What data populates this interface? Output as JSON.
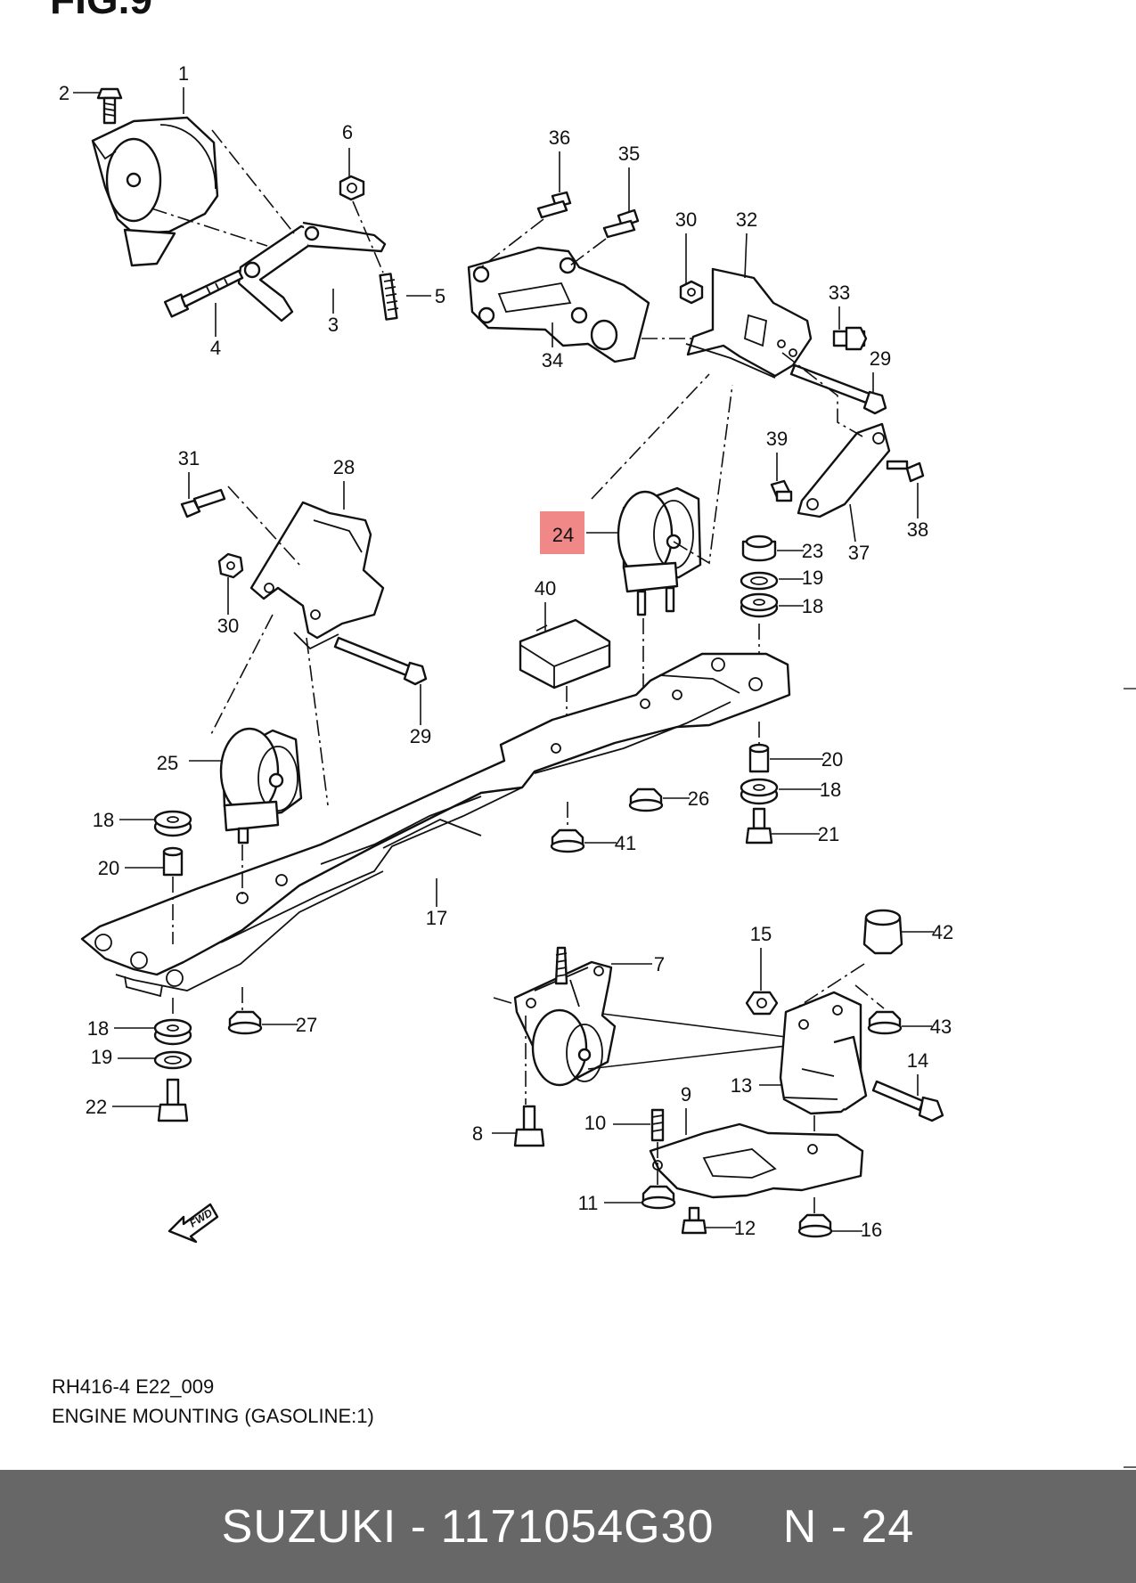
{
  "figure": {
    "heading": "FIG.9",
    "code": "RH416-4 E22_009",
    "title": "ENGINE MOUNTING (GASOLINE:1)",
    "highlight_color": "#f08888"
  },
  "callouts": [
    {
      "id": "c1",
      "label": "1"
    },
    {
      "id": "c2",
      "label": "2"
    },
    {
      "id": "c3",
      "label": "3"
    },
    {
      "id": "c4",
      "label": "4"
    },
    {
      "id": "c5",
      "label": "5"
    },
    {
      "id": "c6",
      "label": "6"
    },
    {
      "id": "c36",
      "label": "36"
    },
    {
      "id": "c35",
      "label": "35"
    },
    {
      "id": "c30a",
      "label": "30"
    },
    {
      "id": "c32",
      "label": "32"
    },
    {
      "id": "c33",
      "label": "33"
    },
    {
      "id": "c29a",
      "label": "29"
    },
    {
      "id": "c34",
      "label": "34"
    },
    {
      "id": "c39",
      "label": "39"
    },
    {
      "id": "c38",
      "label": "38"
    },
    {
      "id": "c37",
      "label": "37"
    },
    {
      "id": "c31",
      "label": "31"
    },
    {
      "id": "c28",
      "label": "28"
    },
    {
      "id": "c30b",
      "label": "30"
    },
    {
      "id": "c29b",
      "label": "29"
    },
    {
      "id": "c24",
      "label": "24"
    },
    {
      "id": "c23",
      "label": "23"
    },
    {
      "id": "c19a",
      "label": "19"
    },
    {
      "id": "c18a",
      "label": "18"
    },
    {
      "id": "c40",
      "label": "40"
    },
    {
      "id": "c25",
      "label": "25"
    },
    {
      "id": "c20a",
      "label": "20"
    },
    {
      "id": "c18b",
      "label": "18"
    },
    {
      "id": "c26",
      "label": "26"
    },
    {
      "id": "c21",
      "label": "21"
    },
    {
      "id": "c41",
      "label": "41"
    },
    {
      "id": "c18c",
      "label": "18"
    },
    {
      "id": "c20b",
      "label": "20"
    },
    {
      "id": "c17",
      "label": "17"
    },
    {
      "id": "c15",
      "label": "15"
    },
    {
      "id": "c42",
      "label": "42"
    },
    {
      "id": "c7",
      "label": "7"
    },
    {
      "id": "c43",
      "label": "43"
    },
    {
      "id": "c14",
      "label": "14"
    },
    {
      "id": "c13",
      "label": "13"
    },
    {
      "id": "c18d",
      "label": "18"
    },
    {
      "id": "c27",
      "label": "27"
    },
    {
      "id": "c19b",
      "label": "19"
    },
    {
      "id": "c22",
      "label": "22"
    },
    {
      "id": "c9",
      "label": "9"
    },
    {
      "id": "c10",
      "label": "10"
    },
    {
      "id": "c8",
      "label": "8"
    },
    {
      "id": "c11",
      "label": "11"
    },
    {
      "id": "c12",
      "label": "12"
    },
    {
      "id": "c16",
      "label": "16"
    }
  ],
  "fwd_label": "FWD",
  "footer": {
    "brand": "SUZUKI",
    "separator": " - ",
    "part_number": "1171054G30",
    "ref_label": "N - 24"
  }
}
